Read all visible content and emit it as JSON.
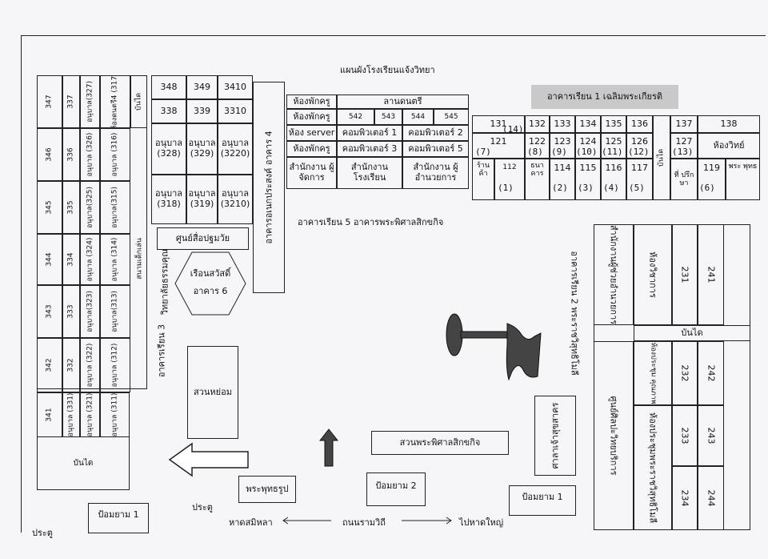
{
  "title": "แผนผังโรงเรียนแจ้งวิทยา",
  "left_block": {
    "row1": [
      "347",
      "337",
      "อนุบาล(327)",
      "ห้องดนตรี4 (317)",
      "บันได"
    ],
    "row2": [
      "346",
      "336",
      "อนุบาล (326)",
      "อนุบาล (316)"
    ],
    "row3": [
      "345",
      "335",
      "อนุบาล(325)",
      "อนุบาล(315)"
    ],
    "row4": [
      "344",
      "334",
      "อนุบาล (324)",
      "อนุบาล (314)"
    ],
    "row5": [
      "343",
      "333",
      "อนุบาล(323)",
      "อนุบาล(313)"
    ],
    "row6": [
      "342",
      "332",
      "อนุบาล (322)",
      "อนุบาล (312)"
    ],
    "row7": [
      "341",
      "อนุบาล (331)",
      "อนุบาล (321)",
      "อนุบาล (311)"
    ],
    "stairs": "บันได",
    "yard": "สนามเด็กเล่น"
  },
  "building4": {
    "top": [
      "348",
      "349",
      "3410",
      "338",
      "339",
      "3310"
    ],
    "mid": [
      "อนุบาล (328)",
      "อนุบาล (329)",
      "อนุบาล (3220)"
    ],
    "low": [
      "อนุบาล (318)",
      "อนุบาล (319)",
      "อนุบาล (3210)"
    ],
    "side_label": "อาคารอเนกประสงค์   อาคาร 4"
  },
  "media_center": "ศูนย์สื่อปฐมวัย",
  "ethics_college": "วิทยาลัยธรรมคุณ",
  "building3": "อาคารเรียน 3",
  "hexagon": {
    "line1": "เรือนสวัสดิ์",
    "line2": "อาคาร 6"
  },
  "building5_rooms": {
    "r1": [
      "ห้องพักครู",
      "ลานดนตรี"
    ],
    "r2": [
      "ห้องพักครู",
      "542",
      "543",
      "544",
      "545"
    ],
    "r3": [
      "ห้อง server",
      "คอมพิวเตอร์ 1",
      "คอมพิวเตอร์ 2"
    ],
    "r4": [
      "ห้องพักครู",
      "คอมพิวเตอร์ 3",
      "คอมพิวเตอร์ 5"
    ],
    "r5": [
      "สำนักงาน ผู้จัดการ",
      "สำนักงาน โรงเรียน",
      "สำนักงาน ผู้อำนวยการ"
    ]
  },
  "building5_label": "อาคารเรียน 5  อาคารพระพิศาลสิกขกิจ",
  "building1": {
    "label": "อาคารเรียน 1 เฉลิมพระเกียรติ",
    "top": [
      "131",
      "132",
      "133",
      "134",
      "135",
      "136",
      "137",
      "138"
    ],
    "top_hw": [
      "(14)",
      "",
      "",
      "",
      "",
      "",
      "",
      ""
    ],
    "mid": [
      "121",
      "122",
      "123",
      "124",
      "125",
      "126",
      "127",
      "ห้องวิทย์"
    ],
    "mid_hw": [
      "(7)",
      "(8)",
      "(9)",
      "(10)",
      "(11)",
      "(12)",
      "(13)"
    ],
    "low": [
      "ร้าน ค้า",
      "112",
      "ธนา คาร",
      "114",
      "115",
      "116",
      "117",
      "ที่ ปรึก ษา",
      "119",
      "พระ พุทธ"
    ],
    "low_hw": [
      "(1)",
      "(2)",
      "(3)",
      "(4)",
      "(5)",
      "(6)"
    ],
    "stairs": "บันได"
  },
  "building2": {
    "label": "อาคารเรียน 2  พระราชวิสุทธิโมลี",
    "upper_left": "สำนักงานผู้ช่วยอำนวยการ",
    "upper": [
      "ห้องวิชาการ",
      "231",
      "241"
    ],
    "stairs": "บันได",
    "lower_left": "ศูนย์ศิลปะวิทยบริการ",
    "lower": [
      "ห้องประชุม คุณภาพ",
      "232",
      "242",
      "ห้องประชุมพระราชวิสุทธิโมลี",
      "233",
      "243",
      "234",
      "244"
    ]
  },
  "garden": "สวนหย่อม",
  "garden_main": "สวนพระพิศาลสิกขกิจ",
  "pavilion": "ศาลาเจ้าสุขสาคร",
  "buddha": "พระพุทธรูป",
  "guard1": "ป้อมยาม 1",
  "guard2": "ป้อมยาม  2",
  "guard3": "ป้อมยาม  1",
  "gate_inner": "ประตู",
  "gate_outer": "ประตู",
  "road": "ถนนรามวิถี",
  "to_beach_left": "หาดสมิหลา",
  "to_beach_right": "ไปหาดใหญ่"
}
